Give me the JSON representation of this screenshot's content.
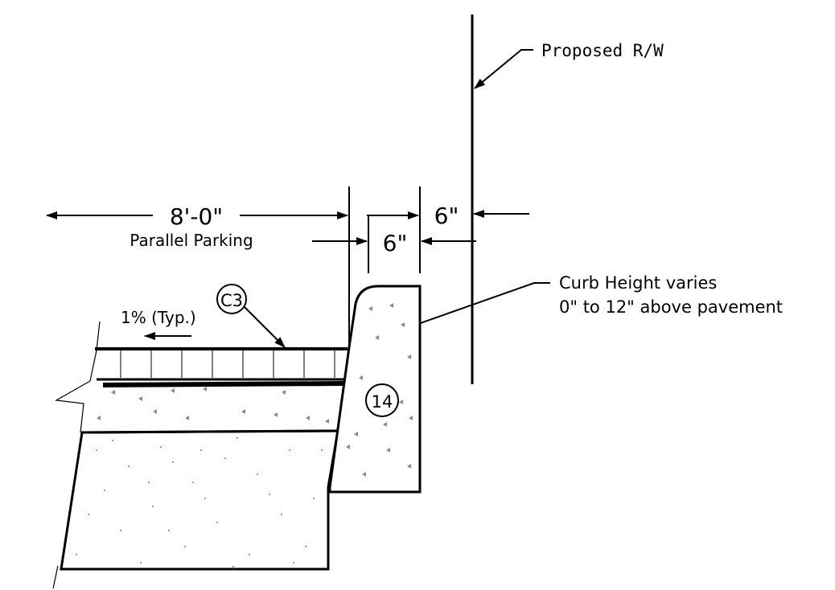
{
  "labels": {
    "row_label": "Proposed R/W",
    "parking_width": "8'-0\"",
    "parking_label": "Parallel Parking",
    "curb_width": "6\"",
    "row_offset": "6\"",
    "curb_height_line1": "Curb Height varies",
    "curb_height_line2": "0\" to 12\" above pavement",
    "slope_label": "1% (Typ.)",
    "callout_pavers": "C3",
    "callout_curb": "14"
  },
  "colors": {
    "line": "#000000",
    "aggregate": "#8a8a8a"
  }
}
